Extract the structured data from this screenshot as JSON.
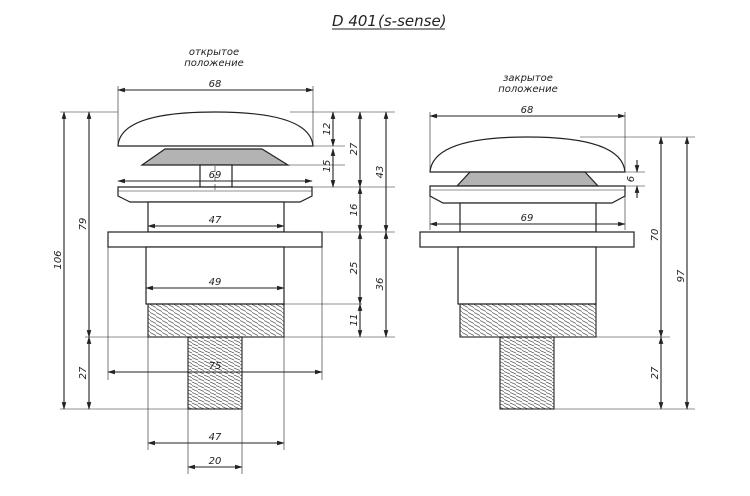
{
  "title": {
    "code": "D 401",
    "model": "(s-sense)"
  },
  "views": {
    "open": {
      "caption_line1": "открытое",
      "caption_line2": "положение",
      "dims": {
        "cap_width": "68",
        "flange_width": "69",
        "body_width": "47",
        "lower_body_width": "49",
        "nut_width": "75",
        "bottom_width": "47",
        "thread_width": "20",
        "cap_height": "12",
        "cone_height": "15",
        "open_gap": "27",
        "head_total": "43",
        "stem_height": "16",
        "body_height": "25",
        "nut_height": "11",
        "lower_total": "36",
        "main_height": "79",
        "thread_height": "27",
        "overall_height": "106"
      }
    },
    "closed": {
      "caption_line1": "закрытое",
      "caption_line2": "положение",
      "dims": {
        "cap_width": "68",
        "flange_width": "69",
        "cap_height": "6",
        "main_height": "70",
        "thread_height": "27",
        "overall_height": "97"
      }
    }
  },
  "colors": {
    "line": "#222222",
    "cone_fill": "#b3b3b3",
    "background": "#ffffff"
  }
}
